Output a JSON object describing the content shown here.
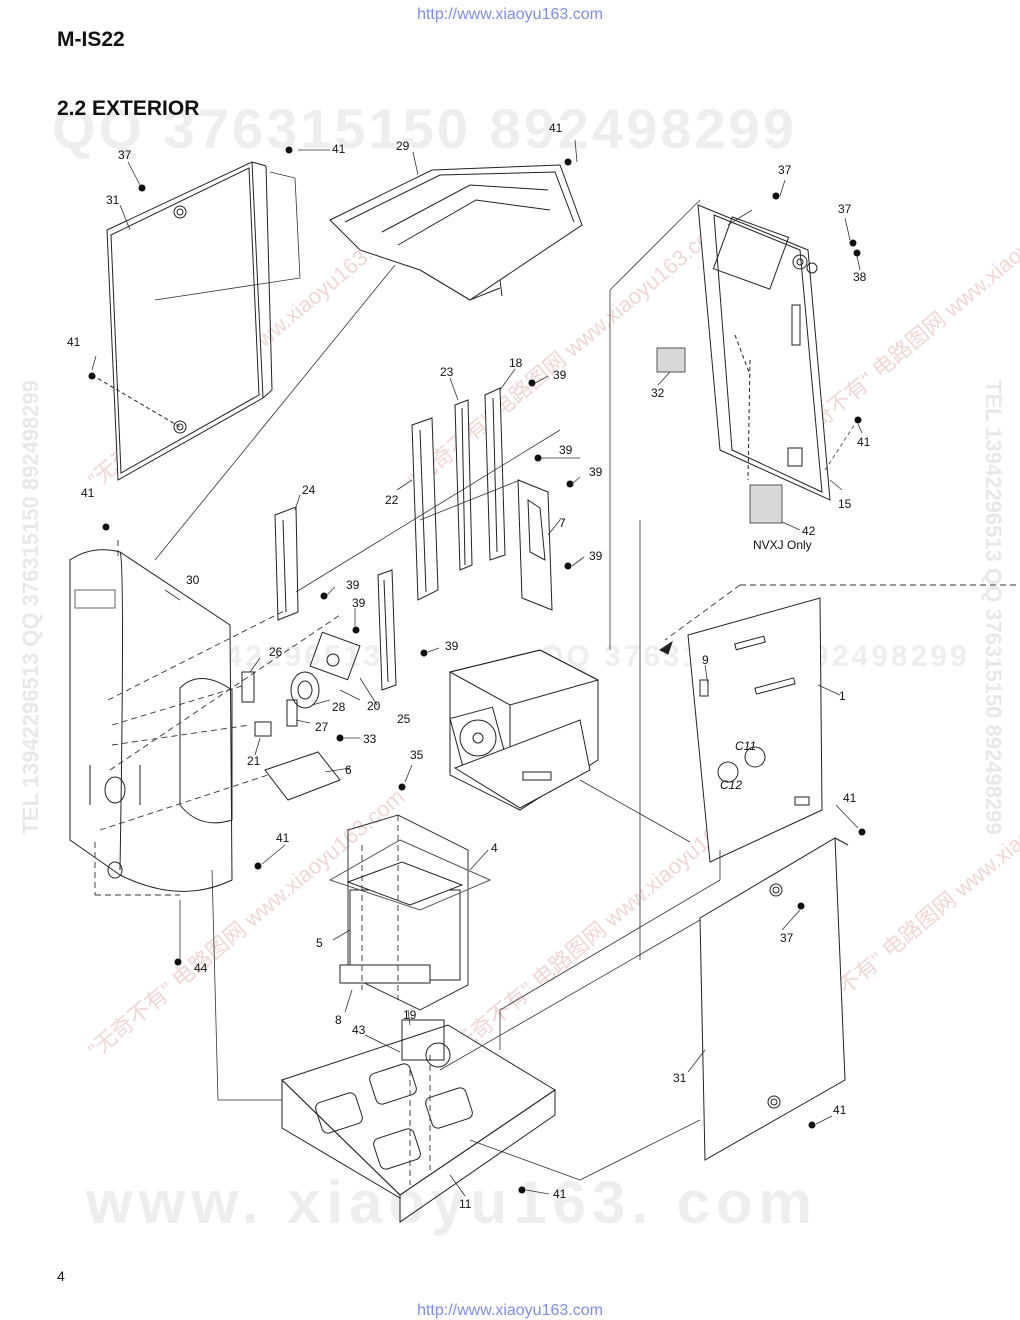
{
  "header": {
    "url_top": "http://www.xiaoyu163.com",
    "model": "M-IS22",
    "section_title": "2.2 EXTERIOR"
  },
  "watermarks": {
    "qq_line": "QQ 376315150  892498299",
    "site_line": "www. xiaoyu163. com",
    "mid_left": "TEL 13942296513",
    "mid_right": "QQ 376315150  892498299",
    "side_left": "TEL 13942296513 QQ 376315150 892498299",
    "side_right": "TEL 13942296513 QQ 376315150 892498299",
    "red_text": "\"无奇不有\" 电路图网 www.xiaoyu163.com"
  },
  "diagram": {
    "callouts": {
      "c37a": "37",
      "c31a": "31",
      "c41a": "41",
      "c29": "29",
      "c41b": "41",
      "c37b": "37",
      "c37c": "37",
      "c38": "38",
      "c41c": "41",
      "c32": "32",
      "c41d": "41",
      "c15": "15",
      "c42": "42",
      "c23": "23",
      "c18": "18",
      "c39a": "39",
      "c39b": "39",
      "c39c": "39",
      "c22": "22",
      "c7": "7",
      "c39d": "39",
      "c41e": "41",
      "c24": "24",
      "c30": "30",
      "c39e": "39",
      "c39f": "39",
      "c39g": "39",
      "c26": "26",
      "c28": "28",
      "c20": "20",
      "c25": "25",
      "c27": "27",
      "c21": "21",
      "c33": "33",
      "c6": "6",
      "c35": "35",
      "c9": "9",
      "c1": "1",
      "c41f": "41",
      "c4": "4",
      "c41g": "41",
      "c5": "5",
      "c37d": "37",
      "c44": "44",
      "c19": "19",
      "c8": "8",
      "c43": "43",
      "c31b": "31",
      "c41h": "41",
      "c11": "11",
      "c41i": "41"
    },
    "board_labels": {
      "c11": "C11",
      "c12": "C12"
    },
    "note_nvxj": "NVXJ Only"
  },
  "footer": {
    "page_number": "4",
    "url_bottom": "http://www.xiaoyu163.com"
  }
}
